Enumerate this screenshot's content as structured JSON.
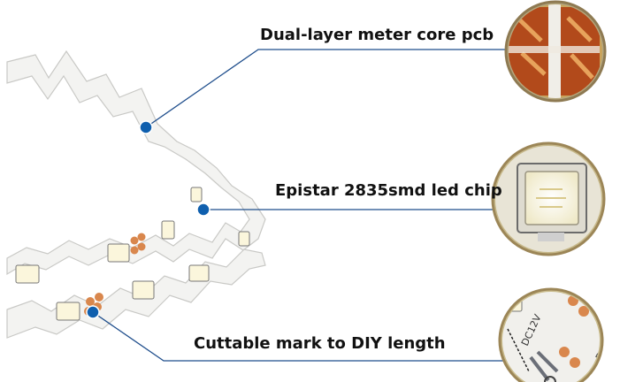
{
  "callouts": [
    {
      "label": "Dual-layer meter core pcb"
    },
    {
      "label": "Epistar 2835smd led chip"
    },
    {
      "label": "Cuttable mark to DIY length"
    }
  ],
  "strip_markings": {
    "rating": "DC12V",
    "cut_symbol": "✂"
  },
  "colors": {
    "callout_line": "#1f4e8c",
    "callout_dot": "#0f5fae",
    "pcb": "#f3f3f1",
    "copper_pad": "#d9874d",
    "led_chip": "#fbf6dc"
  }
}
